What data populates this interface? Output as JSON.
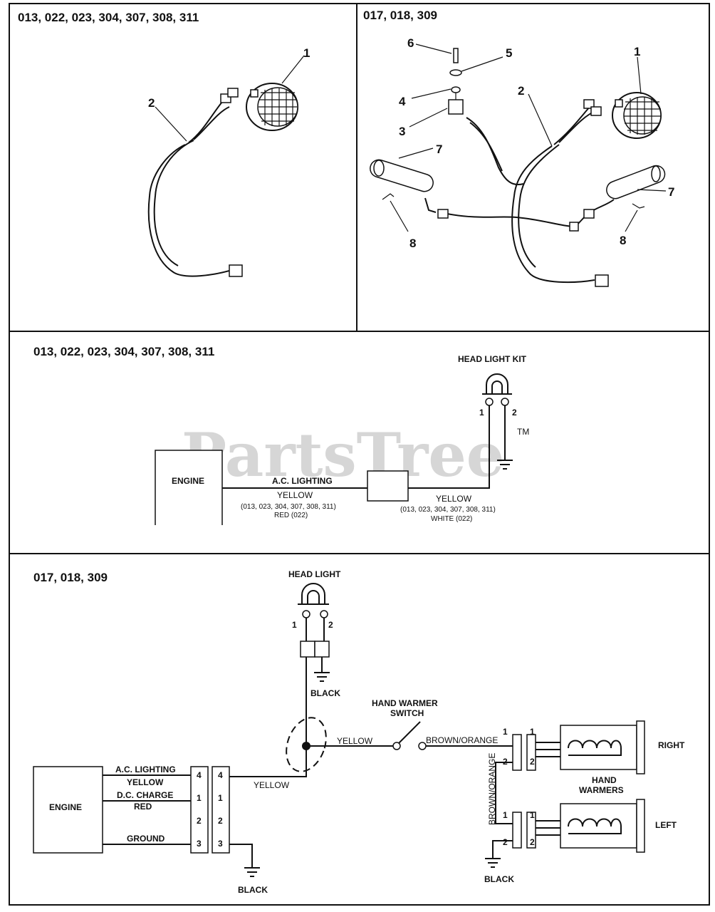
{
  "panel1": {
    "models": "013, 022, 023, 304, 307, 308, 311",
    "callouts": [
      "1",
      "2"
    ]
  },
  "panel2": {
    "models": "017, 018, 309",
    "callouts": [
      "1",
      "2",
      "3",
      "4",
      "5",
      "6",
      "7",
      "7",
      "8",
      "8"
    ]
  },
  "schematic1": {
    "models": "013, 022, 023, 304, 307, 308, 311",
    "headlight_title": "HEAD LIGHT KIT",
    "pin1": "1",
    "pin2": "2",
    "engine": "ENGINE",
    "wire_name": "A.C. LIGHTING",
    "left_color": "YELLOW",
    "left_models": "(013, 023, 304, 307, 308, 311)",
    "left_alt": "RED (022)",
    "right_color": "YELLOW",
    "right_models": "(013, 023, 304, 307, 308, 311)",
    "right_alt": "WHITE (022)"
  },
  "schematic2": {
    "models": "017, 018, 309",
    "headlight_title": "HEAD LIGHT",
    "pin1": "1",
    "pin2": "2",
    "black_top": "BLACK",
    "switch_title_1": "HAND WARMER",
    "switch_title_2": "SWITCH",
    "yellow_switch": "YELLOW",
    "brown_orange_h": "BROWN/ORANGE",
    "brown_orange_v": "BROWN/ORANGE",
    "engine": "ENGINE",
    "rows": [
      {
        "name": "A.C. LIGHTING",
        "color": "YELLOW",
        "pin": "4"
      },
      {
        "name": "D.C. CHARGE",
        "color": "RED",
        "pin": "1"
      },
      {
        "name": "",
        "color": "",
        "pin": "2"
      },
      {
        "name": "GROUND",
        "color": "",
        "pin": "3"
      }
    ],
    "yellow_main": "YELLOW",
    "black_bottom": "BLACK",
    "warmer_pins": [
      "1",
      "2"
    ],
    "right": "RIGHT",
    "left": "LEFT",
    "hand_1": "HAND",
    "hand_2": "WARMERS",
    "black_warmer": "BLACK"
  },
  "watermark": {
    "text": "PartsTree",
    "tm": "TM",
    "color": "#d6d6d6"
  }
}
